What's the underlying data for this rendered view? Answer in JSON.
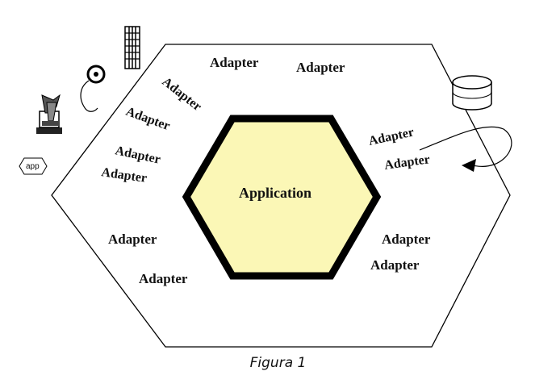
{
  "diagram": {
    "core_label": "Application",
    "adapter_label": "Adapter",
    "app_icon_label": "app",
    "caption": "Figura 1",
    "colors": {
      "core_fill": "#fbf7b6",
      "stroke": "#000000",
      "background": "#ffffff"
    },
    "icons": [
      "computer-user-icon",
      "mouse-icon",
      "building-icon",
      "app-icon",
      "database-icon",
      "loop-arrow-icon"
    ]
  }
}
